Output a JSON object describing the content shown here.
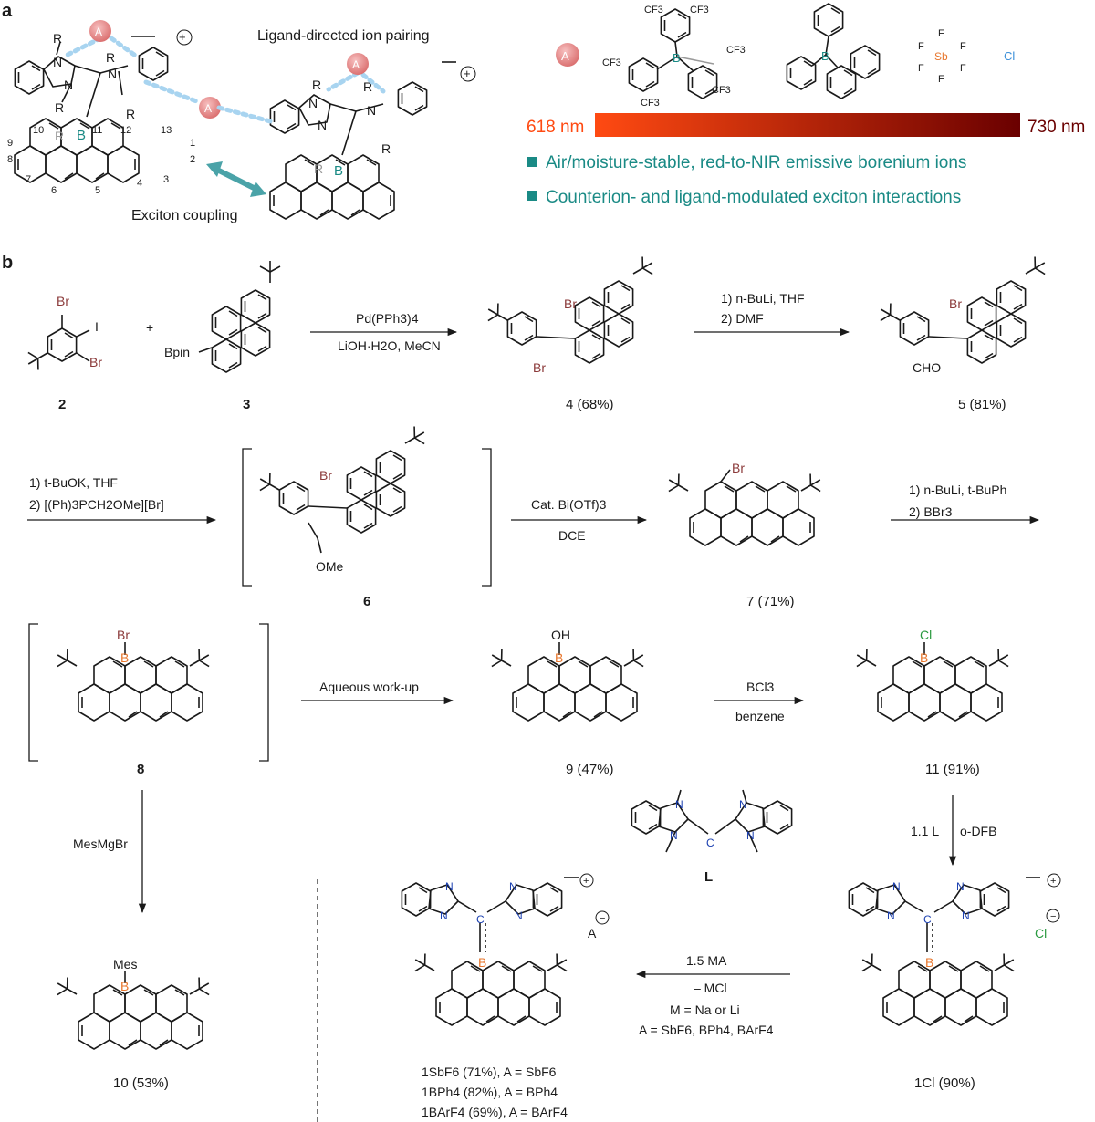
{
  "panels": {
    "a": "a",
    "b": "b"
  },
  "panel_a": {
    "anion_symbol": "A",
    "charge": "+",
    "heading_ion_pairing": "Ligand-directed ion pairing",
    "exciton_label": "Exciton coupling",
    "atom_R": "R",
    "atom_N": "N",
    "atom_B": "B",
    "numbering": [
      "1",
      "2",
      "3",
      "4",
      "5",
      "6",
      "7",
      "8",
      "9",
      "10",
      "11",
      "12",
      "13"
    ],
    "wavelength_start": "618 nm",
    "wavelength_end": "730 nm",
    "bullets": [
      "Air/moisture-stable, red-to-NIR emissive borenium ions",
      "Counterion- and ligand-modulated exciton interactions"
    ],
    "cf3": "CF3",
    "counterion_cl": "Cl",
    "sb": "Sb",
    "f": "F",
    "colors": {
      "teal": "#1a8a85",
      "orange": "#e8772e",
      "grad_start": "#ff4a12",
      "grad_end": "#6a0000",
      "anion": "#e88f8f",
      "cl_blue": "#3a8fd8"
    }
  },
  "scheme": {
    "reagents": {
      "r1_top": "Pd(PPh3)4",
      "r1_bottom": "LiOH·H2O, MeCN",
      "r2_1": "1) n-BuLi, THF",
      "r2_2": "2) DMF",
      "r3_1": "1) t-BuOK, THF",
      "r3_2": "2) [(Ph)3PCH2OMe][Br]",
      "r4_top": "Cat. Bi(OTf)3",
      "r4_bottom": "DCE",
      "r5_1": "1) n-BuLi, t-BuPh",
      "r5_2": "2) BBr3",
      "r6": "Aqueous work-up",
      "r7_top": "BCl3",
      "r7_bottom": "benzene",
      "r8": "MesMgBr",
      "r9_left": "1.1 L",
      "r9_right": "o-DFB",
      "r10_1": "1.5 MA",
      "r10_2": "– MCl",
      "r10_3": "M = Na or Li",
      "r10_4": "A = SbF6, BPh4, BArF4"
    },
    "compounds": {
      "c2": "2",
      "c3": "3",
      "c4": "4 (68%)",
      "c5": "5 (81%)",
      "c6": "6",
      "c7": "7 (71%)",
      "c8": "8",
      "c9": "9 (47%)",
      "c11": "11 (91%)",
      "c10": "10 (53%)",
      "cL": "L",
      "c1Cl": "1Cl (90%)",
      "c1SbF6": "1SbF6 (71%), A = SbF6",
      "c1BPh4": "1BPh4 (82%), A = BPh4",
      "c1BArF4": "1BArF4 (69%), A = BArF4"
    },
    "labels": {
      "Br": "Br",
      "I": "I",
      "Bpin": "Bpin",
      "CHO": "CHO",
      "OMe": "OMe",
      "OH": "OH",
      "Cl": "Cl",
      "B": "B",
      "Mes": "Mes",
      "N": "N",
      "C": "C",
      "A": "A",
      "plus": "+",
      "minus": "−"
    }
  }
}
